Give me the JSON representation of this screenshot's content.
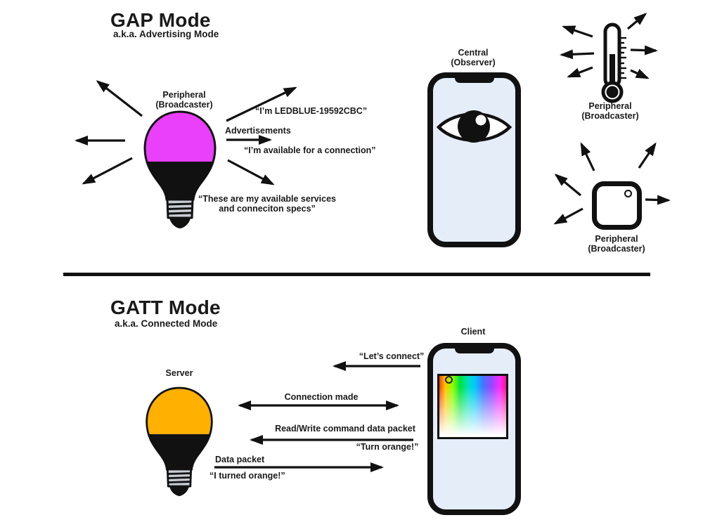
{
  "gap": {
    "title": "GAP Mode",
    "subtitle": "a.k.a. Advertising Mode",
    "peripheral_label1": "Peripheral",
    "peripheral_label2": "(Broadcaster)",
    "advertisements_label": "Advertisements",
    "quote_id": "“I’m LEDBLUE-19592CBC”",
    "quote_available": "“I’m available for a connection”",
    "quote_services1": "“These are my available services",
    "quote_services2": "and conneciton specs”",
    "central_label1": "Central",
    "central_label2": "(Observer)",
    "thermometer_label1": "Peripheral",
    "thermometer_label2": "(Broadcaster)",
    "square_label1": "Peripheral",
    "square_label2": "(Broadcaster)"
  },
  "gatt": {
    "title": "GATT Mode",
    "subtitle": "a.k.a. Connected Mode",
    "server_label": "Server",
    "client_label": "Client",
    "lets_connect": "“Let’s connect”",
    "connection_made": "Connection made",
    "read_write": "Read/Write command data packet",
    "turn_orange": "“Turn orange!”",
    "data_packet": "Data packet",
    "i_turned_orange": "“I turned orange!”"
  },
  "colors": {
    "bulb_magenta": "#ea3ffb",
    "bulb_orange": "#ffb000",
    "phone_screen": "#e5edf9",
    "bulb_base_gray": "#c9cdd3",
    "ink": "#111111"
  }
}
